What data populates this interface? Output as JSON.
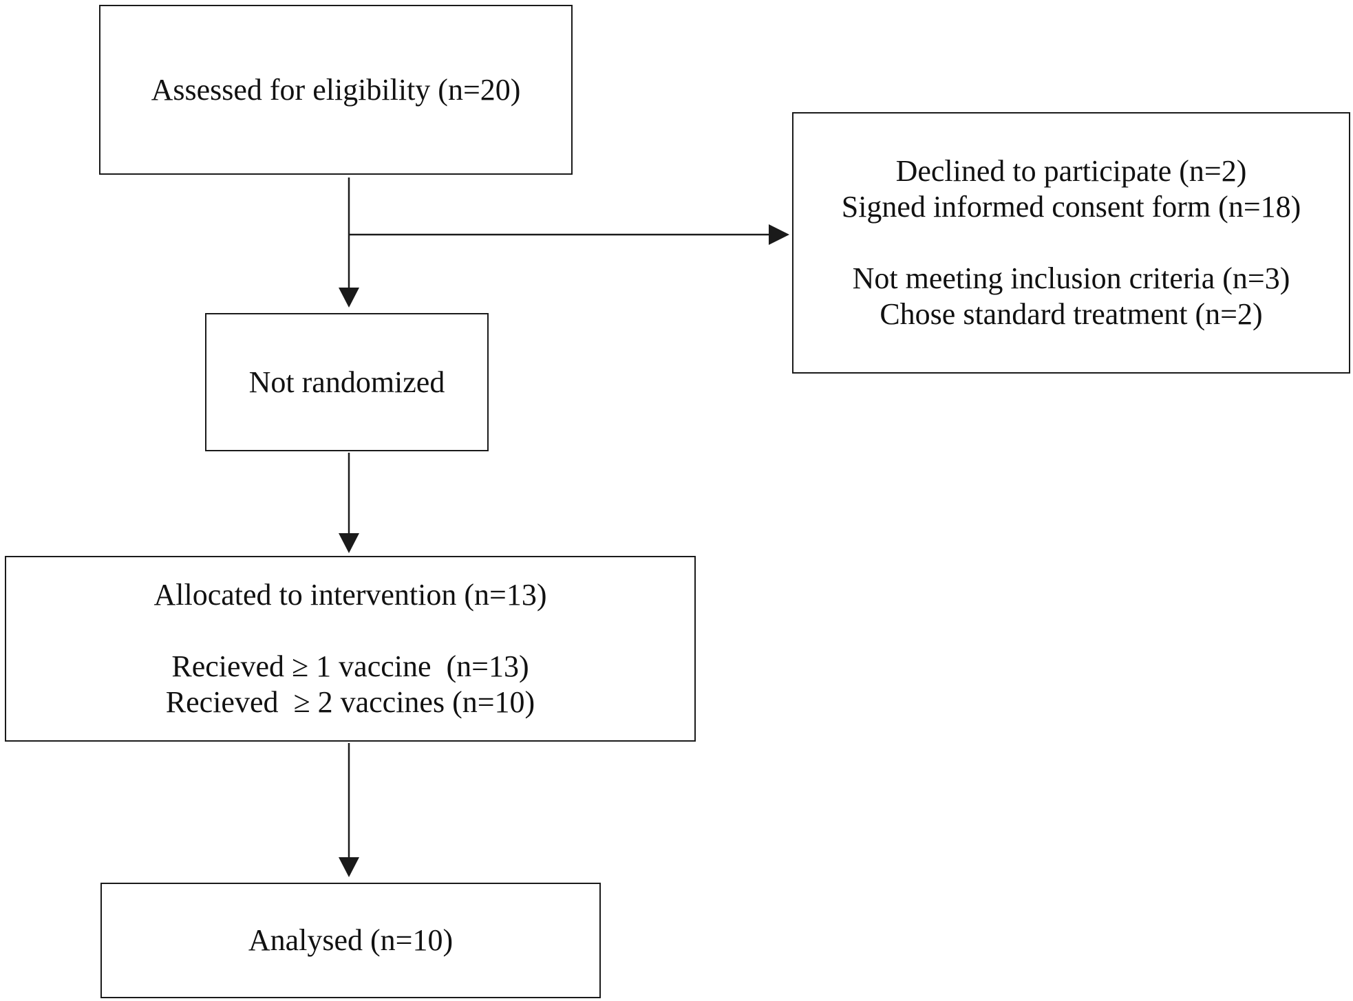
{
  "boxes": {
    "eligibility": {
      "text": "Assessed for eligibility (n=20)"
    },
    "excluded": {
      "line1": "Declined to participate (n=2)",
      "line2": "Signed informed consent form (n=18)",
      "line3": "Not meeting inclusion criteria (n=3)",
      "line4": "Chose standard treatment (n=2)"
    },
    "not_randomized": {
      "text": "Not randomized"
    },
    "allocated": {
      "line1": "Allocated to intervention (n=13)",
      "line2": "Recieved ≥ 1 vaccine  (n=13)",
      "line3": "Recieved  ≥ 2 vaccines (n=10)"
    },
    "analysed": {
      "text": "Analysed (n=10)"
    }
  },
  "colors": {
    "stroke": "#1a1a1a",
    "background": "#ffffff"
  }
}
